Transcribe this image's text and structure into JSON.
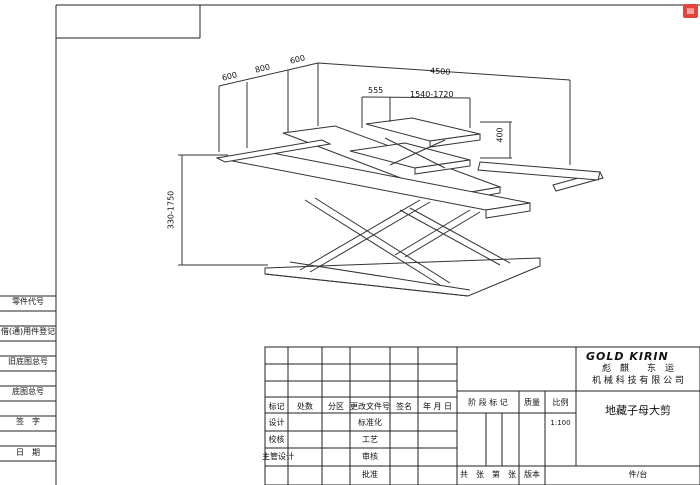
{
  "dimensions": {
    "d600a": "600",
    "d800": "800",
    "d600b": "600",
    "d4500": "4500",
    "d555": "555",
    "d1540": "1540-1720",
    "d400": "400",
    "d330": "330-1750"
  },
  "side_table": {
    "rows": [
      "零件代号",
      "借(通)用件登记",
      "旧底图总号",
      "底图总号",
      "签　字",
      "日　期"
    ]
  },
  "title_block": {
    "headers": [
      "标记",
      "处数",
      "分区",
      "更改文件号",
      "签名",
      "年 月 日"
    ],
    "left_labels": [
      "设计",
      "校核",
      "主管设计"
    ],
    "mid_labels": [
      "标准化",
      "工艺",
      "审核",
      "批准"
    ],
    "stage_label": "阶 段 标 记",
    "weight_label": "质量",
    "scale_label": "比例",
    "scale_value": "1:100",
    "sheet_label": "共　张　第　张",
    "version_label": "版本",
    "drawing_title": "地藏子母大剪",
    "piece_label": "件/台",
    "logo": "GOLD KIRIN",
    "company_line1": "彪　麒　　东　运",
    "company_line2": "机 械 科 技 有 限 公 司"
  },
  "colors": {
    "line": "#222222",
    "corner_icon": "#e2433a"
  },
  "icons": {
    "corner": "document-icon"
  }
}
